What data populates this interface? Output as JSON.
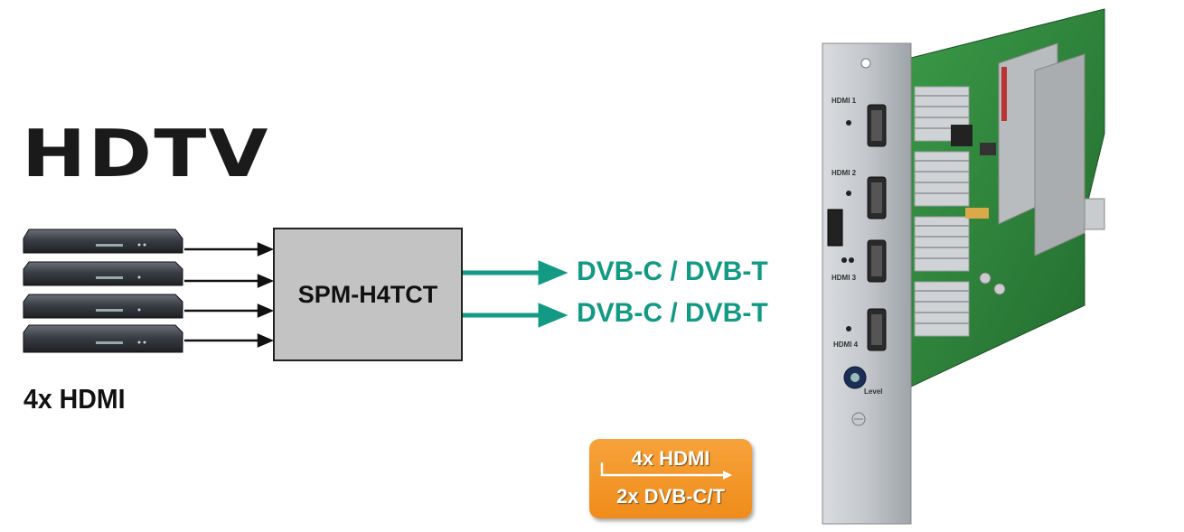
{
  "title": "HDTV",
  "inputs_label": "4x HDMI",
  "module": {
    "name": "SPM-H4TCT"
  },
  "outputs": [
    "DVB-C / DVB-T",
    "DVB-C / DVB-T"
  ],
  "badge": {
    "line1": "4x HDMI",
    "line2": "2x DVB-C/T"
  },
  "card": {
    "port_labels": [
      "HDMI 1",
      "HDMI 2",
      "HDMI 3",
      "HDMI 4"
    ],
    "knob_label": "Level"
  },
  "colors": {
    "accent": "#139a85",
    "badge": "#f39a2a",
    "module_fill": "#c3c3c3",
    "pcb": "#2f8a3c"
  }
}
